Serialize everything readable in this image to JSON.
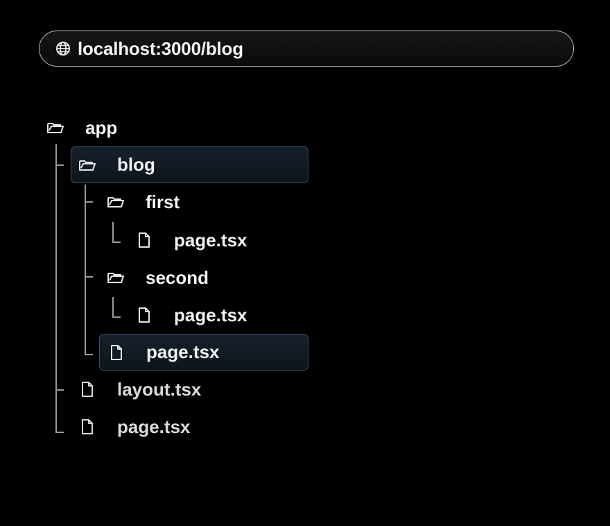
{
  "address_bar": {
    "icon": "globe-icon",
    "url": "localhost:3000/blog"
  },
  "tree": {
    "root": {
      "label": "app",
      "icon": "folder-open-icon"
    },
    "blog": {
      "label": "blog",
      "icon": "folder-open-icon",
      "selected": true
    },
    "first": {
      "label": "first",
      "icon": "folder-open-icon"
    },
    "first_page": {
      "label": "page.tsx",
      "icon": "file-icon"
    },
    "second": {
      "label": "second",
      "icon": "folder-open-icon"
    },
    "second_page": {
      "label": "page.tsx",
      "icon": "file-icon"
    },
    "blog_page": {
      "label": "page.tsx",
      "icon": "file-icon",
      "selected": true
    },
    "layout": {
      "label": "layout.tsx",
      "icon": "file-icon"
    },
    "root_page": {
      "label": "page.tsx",
      "icon": "file-icon"
    }
  },
  "colors": {
    "background": "#000000",
    "selected_fill": "#111a23",
    "selected_border": "#3b5066",
    "text": "#f2f2f2",
    "guide_lines": "#9a9a9a"
  }
}
